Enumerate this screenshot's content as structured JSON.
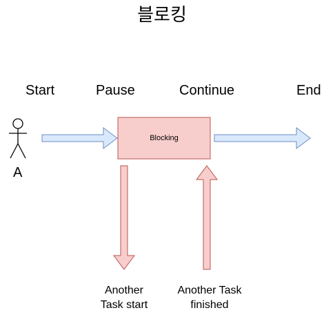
{
  "title": "블로킹",
  "stages": {
    "start": "Start",
    "pause": "Pause",
    "continue": "Continue",
    "end": "End"
  },
  "actor": {
    "label": "A",
    "icon": "stick-figure-actor-icon"
  },
  "block": {
    "label": "Blocking",
    "fill": "#f8cecc",
    "stroke": "#b85450"
  },
  "notes": {
    "another_task_start": [
      "Another",
      "Task start"
    ],
    "another_task_finished": [
      "Another Task",
      "finished"
    ]
  },
  "colors": {
    "flow_arrow_fill": "#dae8fc",
    "flow_arrow_stroke": "#6c8ebf",
    "task_arrow_fill": "#f8cecc",
    "task_arrow_stroke": "#b85450"
  }
}
